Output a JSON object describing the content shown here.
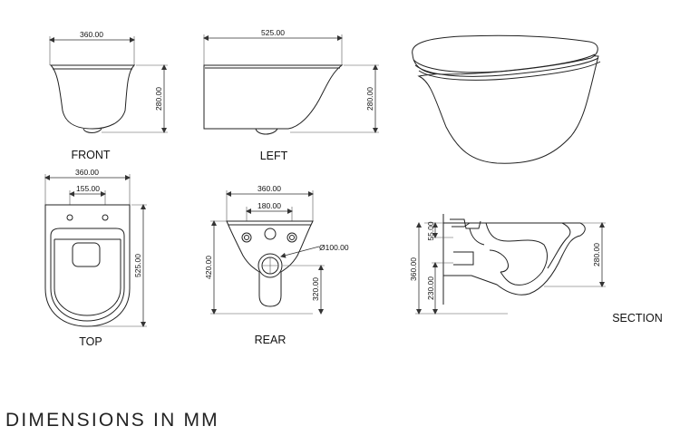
{
  "views": {
    "front": {
      "label": "FRONT",
      "width_dim": "360.00",
      "height_dim": "280.00"
    },
    "left": {
      "label": "LEFT",
      "width_dim": "525.00",
      "height_dim": "280.00"
    },
    "top": {
      "label": "TOP",
      "width_dim": "360.00",
      "hole_spacing_dim": "155.00",
      "length_dim": "525.00"
    },
    "rear": {
      "label": "REAR",
      "width_dim": "360.00",
      "hole_spacing_dim": "180.00",
      "outlet_dim": "Ø100.00",
      "height_dim": "420.00",
      "outlet_height_dim": "320.00"
    },
    "section": {
      "label": "SECTION",
      "total_height_dim": "360.00",
      "bowl_height_dim": "280.00",
      "top_offset_dim": "55.00",
      "outlet_height_dim": "230.00"
    }
  },
  "footer": {
    "title": "DIMENSIONS IN MM"
  }
}
